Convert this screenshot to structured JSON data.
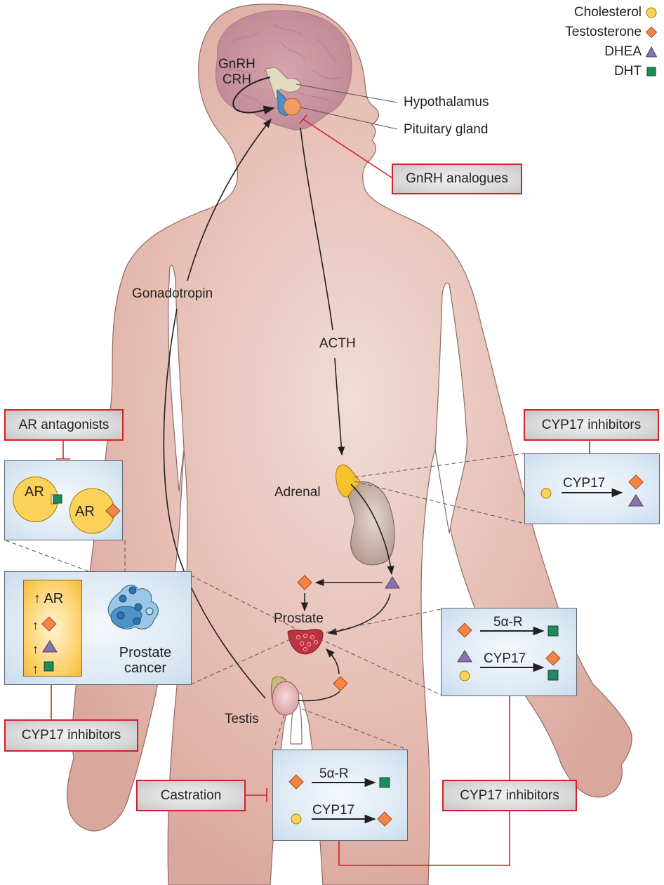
{
  "legend": {
    "items": [
      {
        "label": "Cholesterol",
        "symbol": "circle",
        "color": "#fcd25a"
      },
      {
        "label": "Testosterone",
        "symbol": "diamond",
        "color": "#f58545"
      },
      {
        "label": "DHEA",
        "symbol": "triangle",
        "color": "#8a73a8"
      },
      {
        "label": "DHT",
        "symbol": "square",
        "color": "#1f8a5c"
      }
    ]
  },
  "colors": {
    "inhibitor_red": "#d4202a",
    "skin": "#e6b9ad",
    "panel_blue": "#dbe8f4",
    "brain": "#c9929f"
  },
  "anatomy": {
    "gnrh": "GnRH",
    "crh": "CRH",
    "hypothalamus": "Hypothalamus",
    "pituitary": "Pituitary gland",
    "gonadotropin": "Gonadotropin",
    "acth": "ACTH",
    "adrenal": "Adrenal",
    "prostate": "Prostate",
    "testis": "Testis"
  },
  "drugs": {
    "gnrh_analogues": "GnRH analogues",
    "ar_antagonists": "AR antagonists",
    "cyp17_adrenal": "CYP17 inhibitors",
    "cyp17_prostate": "CYP17 inhibitors",
    "castration": "Castration",
    "cyp17_testis": "CYP17 inhibitors"
  },
  "panels": {
    "ar_panel": {
      "label1": "AR",
      "label2": "AR"
    },
    "cancer_panel": {
      "ar_up": "AR",
      "caption_line1": "Prostate",
      "caption_line2": "cancer"
    },
    "adrenal_panel": {
      "enzyme": "CYP17"
    },
    "prostate_panel": {
      "enzyme1": "5α-R",
      "enzyme2": "CYP17"
    },
    "testis_panel": {
      "enzyme1": "5α-R",
      "enzyme2": "CYP17"
    }
  }
}
